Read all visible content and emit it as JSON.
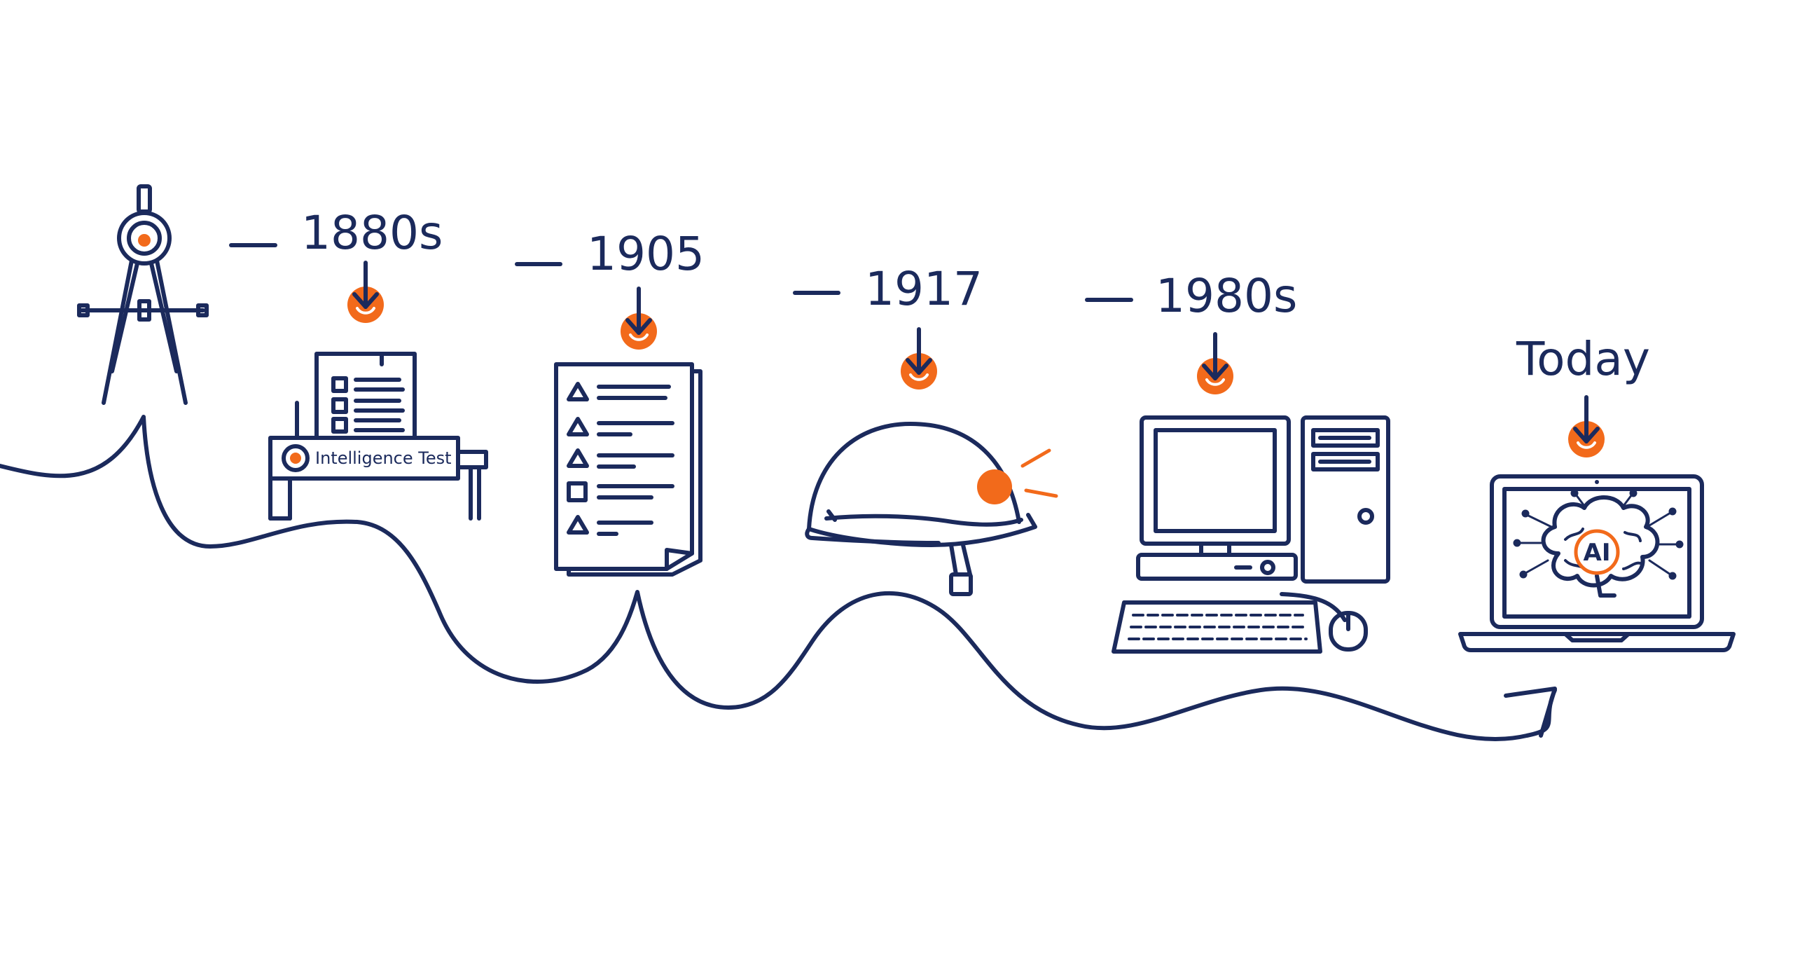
{
  "colors": {
    "ink": "#1b2a5c",
    "accent": "#f26a1b",
    "background": "#ffffff"
  },
  "milestones": [
    {
      "label": "1880s",
      "icon": "drafting-compass-icon"
    },
    {
      "label": "1905",
      "icon": "test-sheet-icon"
    },
    {
      "label": "1917",
      "icon": "army-helmet-icon"
    },
    {
      "label": "1980s",
      "icon": "desktop-computer-icon"
    },
    {
      "label": "Today",
      "icon": "ai-laptop-icon"
    }
  ],
  "test_device": {
    "label": "Intelligence Test",
    "icon": "intelligence-test-machine-icon"
  },
  "ai_badge": "AI"
}
